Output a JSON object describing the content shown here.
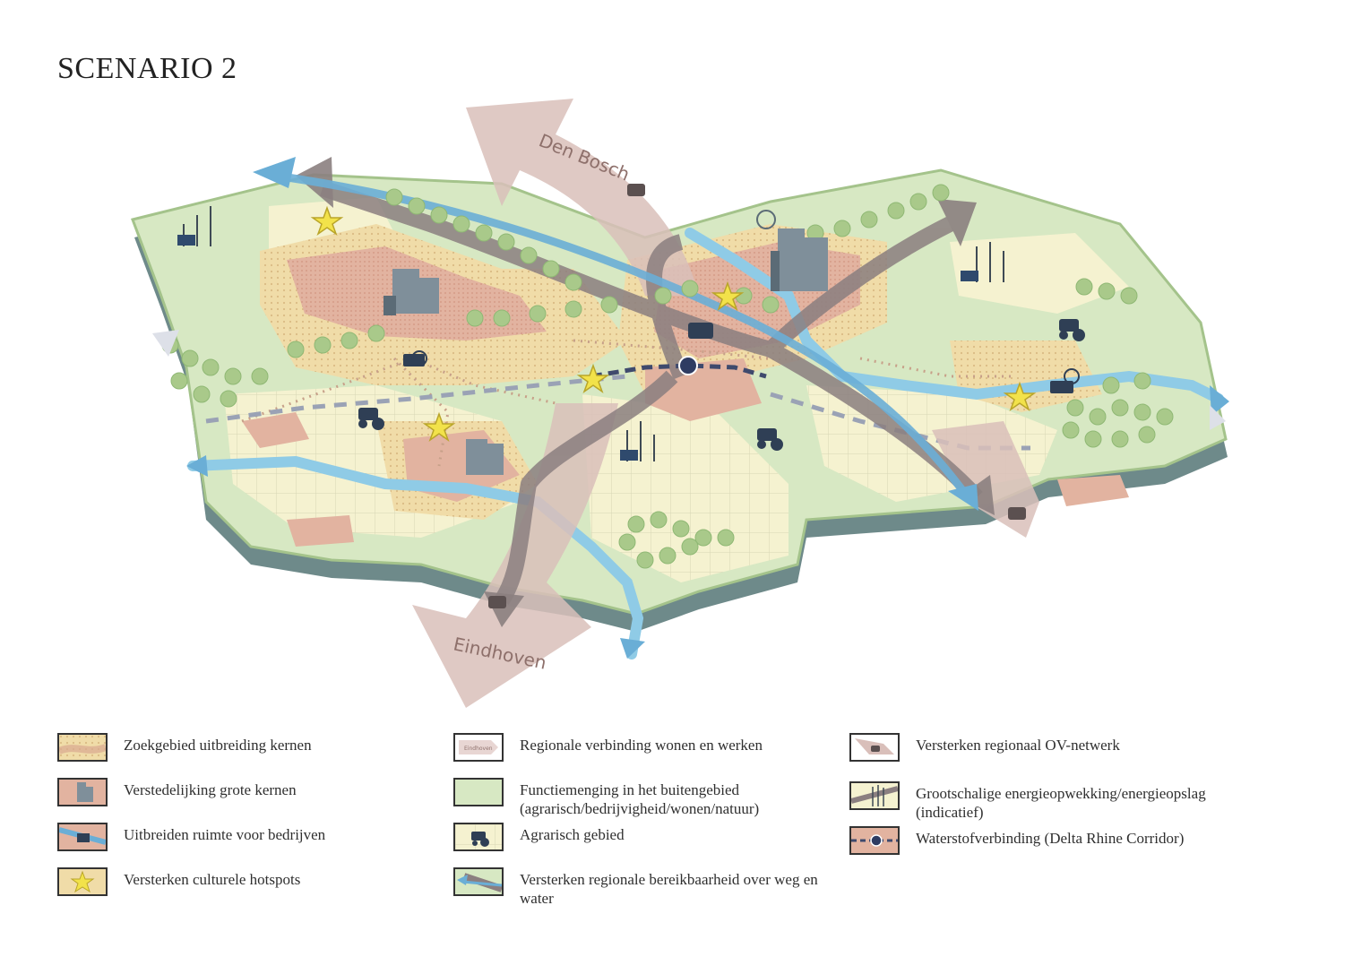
{
  "title": "SCENARIO 2",
  "map": {
    "labels": {
      "north": "Den Bosch",
      "south": "Eindhoven"
    },
    "swatch_mini_label": "Eindhoven",
    "colors": {
      "land": "#d7e8c3",
      "land_edge": "#a4c38b",
      "base_side": "#6e8a8a",
      "urban": "#e2b3a0",
      "search_area": "#f0dca8",
      "agri": "#f5f2d0",
      "water": "#8fcbe6",
      "arrow_region": "#d9bfba",
      "arrow_road": "#8b7f80",
      "arrow_water": "#6aaed6",
      "hydrogen": "#3f4a6d",
      "tree": "#a9c98a",
      "building": "#7f8f9a",
      "star": "#f2e24a"
    }
  },
  "legend": {
    "col1": [
      {
        "label": "Zoekgebied uitbreiding kernen",
        "icon": "search-area-swatch"
      },
      {
        "label": "Verstedelijking grote kernen",
        "icon": "city-building-swatch"
      },
      {
        "label": "Uitbreiden ruimte voor bedrijven",
        "icon": "industry-swatch"
      },
      {
        "label": "Versterken culturele hotspots",
        "icon": "star-swatch"
      }
    ],
    "col2": [
      {
        "label": "Regionale verbinding wonen en werken",
        "icon": "region-arrow-swatch"
      },
      {
        "label": "Functiemenging in het buitengebied (agrarisch/bedrijvigheid/wonen/natuur)",
        "icon": "mixed-rural-swatch"
      },
      {
        "label": "Agrarisch gebied",
        "icon": "tractor-swatch"
      },
      {
        "label": "Versterken regionale bereikbaarheid over weg en water",
        "icon": "road-water-arrow-swatch"
      }
    ],
    "col3": [
      {
        "label": "Versterken regionaal OV-netwerk",
        "icon": "bus-arrow-swatch"
      },
      {
        "label": "Grootschalige energieopwekking/energieopslag (indicatief)",
        "icon": "wind-turbine-swatch"
      },
      {
        "label": "Waterstofverbinding (Delta Rhine Corridor)",
        "icon": "hydrogen-swatch"
      }
    ]
  }
}
